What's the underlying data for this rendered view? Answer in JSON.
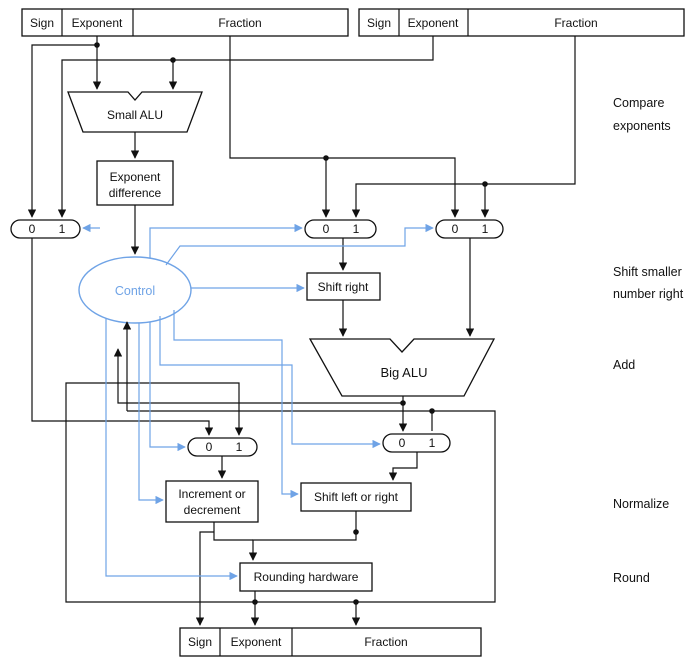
{
  "inputs": {
    "a": {
      "sign": "Sign",
      "exponent": "Exponent",
      "fraction": "Fraction"
    },
    "b": {
      "sign": "Sign",
      "exponent": "Exponent",
      "fraction": "Fraction"
    }
  },
  "output": {
    "sign": "Sign",
    "exponent": "Exponent",
    "fraction": "Fraction"
  },
  "blocks": {
    "small_alu": "Small ALU",
    "exp_diff_1": "Exponent",
    "exp_diff_2": "difference",
    "control": "Control",
    "shift_right": "Shift right",
    "big_alu": "Big ALU",
    "incdec_1": "Increment or",
    "incdec_2": "decrement",
    "shift_lr": "Shift left or right",
    "rounding": "Rounding hardware"
  },
  "mux": {
    "in0": "0",
    "in1": "1"
  },
  "steps": {
    "compare_1": "Compare",
    "compare_2": "exponents",
    "shift_1": "Shift smaller",
    "shift_2": "number right",
    "add": "Add",
    "normalize": "Normalize",
    "round": "Round"
  },
  "colors": {
    "control": "#6fa3e6",
    "wire": "#111111"
  }
}
